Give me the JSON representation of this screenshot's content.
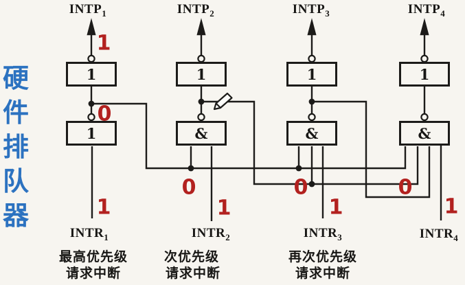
{
  "side_title": {
    "text": "硬件排队器",
    "chars": [
      "硬",
      "件",
      "排",
      "队",
      "器"
    ],
    "color": "#2c72c0"
  },
  "columns": [
    {
      "intp": {
        "base": "INTP",
        "sub": "1"
      },
      "top_gate_label": "1",
      "bottom_gate_label": "1",
      "intr": {
        "base": "INTR",
        "sub": "1"
      },
      "caption": [
        "最高优先级",
        "请求中断"
      ],
      "annotations": {
        "output": "1",
        "junction": "0",
        "request": "1"
      }
    },
    {
      "intp": {
        "base": "INTP",
        "sub": "2"
      },
      "top_gate_label": "1",
      "bottom_gate_label": "&",
      "intr": {
        "base": "INTR",
        "sub": "2"
      },
      "caption": [
        "次优先级",
        "请求中断"
      ],
      "annotations": {
        "block": "0",
        "request": "1"
      }
    },
    {
      "intp": {
        "base": "INTP",
        "sub": "3"
      },
      "top_gate_label": "1",
      "bottom_gate_label": "&",
      "intr": {
        "base": "INTR",
        "sub": "3"
      },
      "caption": [
        "再次优先级",
        "请求中断"
      ],
      "annotations": {
        "block": "0",
        "request": "1"
      }
    },
    {
      "intp": {
        "base": "INTP",
        "sub": "4"
      },
      "top_gate_label": "1",
      "bottom_gate_label": "&",
      "intr": {
        "base": "INTR",
        "sub": "4"
      },
      "annotations": {
        "block": "0",
        "request": "1"
      }
    }
  ],
  "colors": {
    "wire_black": "#1c1b19",
    "annotation_red": "#b2211f",
    "title_blue": "#2c72c0",
    "background": "#f7f5f0"
  },
  "cursor": {
    "icon": "pencil-cursor"
  }
}
